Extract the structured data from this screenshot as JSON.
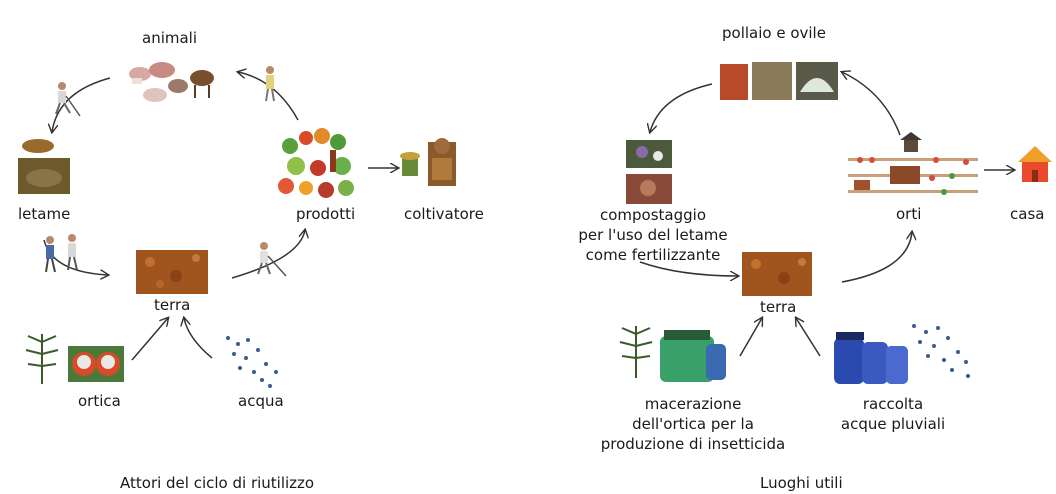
{
  "left": {
    "caption": "Attori del ciclo di riutilizzo",
    "labels": {
      "animali": "animali",
      "letame": "letame",
      "prodotti": "prodotti",
      "coltivatore": "coltivatore",
      "terra": "terra",
      "ortica": "ortica",
      "acqua": "acqua"
    }
  },
  "right": {
    "caption": "Luoghi utili",
    "labels": {
      "pollaio": "pollaio e ovile",
      "compostaggio": [
        "compostaggio",
        "per l'uso del letame",
        "come fertilizzante"
      ],
      "terra": "terra",
      "orti": "orti",
      "casa": "casa",
      "macerazione": [
        "macerazione",
        "dell'ortica per la",
        "produzione di insetticida"
      ],
      "raccolta": [
        "raccolta",
        "acque pluviali"
      ]
    }
  }
}
